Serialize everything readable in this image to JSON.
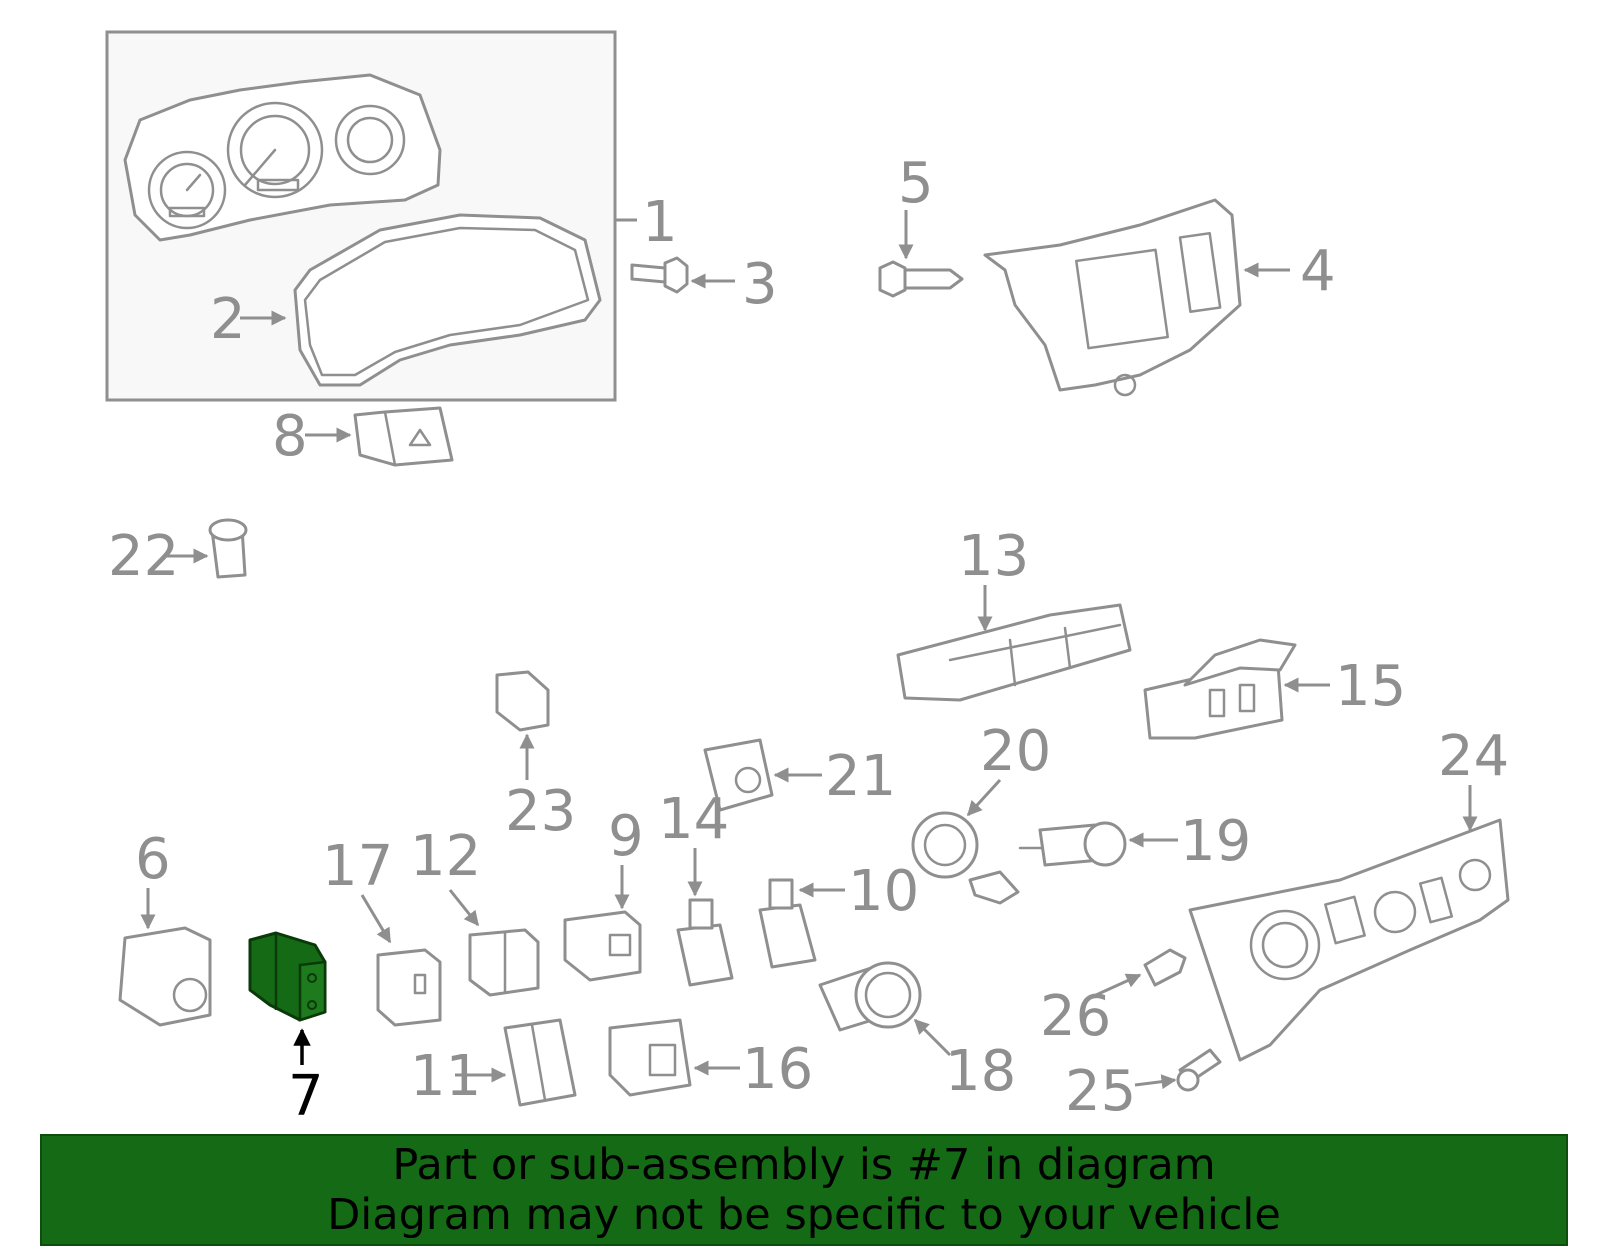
{
  "callouts": {
    "c1": "1",
    "c2": "2",
    "c3": "3",
    "c4": "4",
    "c5": "5",
    "c6": "6",
    "c7": "7",
    "c8": "8",
    "c9": "9",
    "c10": "10",
    "c11": "11",
    "c12": "12",
    "c13": "13",
    "c14": "14",
    "c15": "15",
    "c16": "16",
    "c17": "17",
    "c18": "18",
    "c19": "19",
    "c20": "20",
    "c21": "21",
    "c22": "22",
    "c23": "23",
    "c24": "24",
    "c25": "25",
    "c26": "26"
  },
  "highlighted_part": "7",
  "banner": {
    "line1": "Part or sub-assembly is #7 in diagram",
    "line2": "Diagram may not be specific to your vehicle"
  },
  "colors": {
    "line_art": "#8f8f8f",
    "highlight_fill": "#156b15",
    "banner_bg": "#156b15",
    "banner_text": "#000000",
    "background": "#ffffff"
  }
}
